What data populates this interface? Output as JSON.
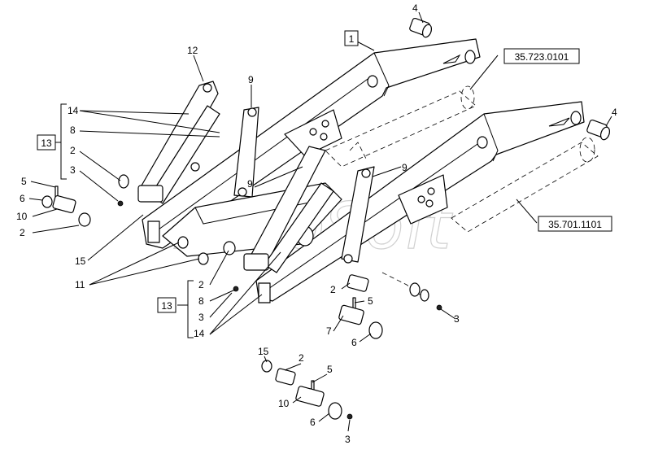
{
  "watermark": "AutoSoft",
  "ref_boxes": {
    "frame": "1",
    "cyl_top": "35.723.0101",
    "cyl_bottom": "35.701.1101",
    "group_upper": "13",
    "group_lower": "13"
  },
  "callouts": {
    "c4_top": "4",
    "c4_right": "4",
    "c12": "12",
    "c9_a": "9",
    "c9_b": "9",
    "c9_c": "9",
    "c14_a": "14",
    "c8_a": "8",
    "c2_a": "2",
    "c3_a": "3",
    "c5_a": "5",
    "c6_a": "6",
    "c10_a": "10",
    "c2_b": "2",
    "c15_a": "15",
    "c11": "11",
    "c2_c": "2",
    "c8_b": "8",
    "c3_b": "3",
    "c14_b": "14",
    "c2_d": "2",
    "c5_b": "5",
    "c7": "7",
    "c6_b": "6",
    "c3_c": "3",
    "c15_b": "15",
    "c2_e": "2",
    "c5_c": "5",
    "c10_b": "10",
    "c6_c": "6",
    "c3_d": "3"
  }
}
